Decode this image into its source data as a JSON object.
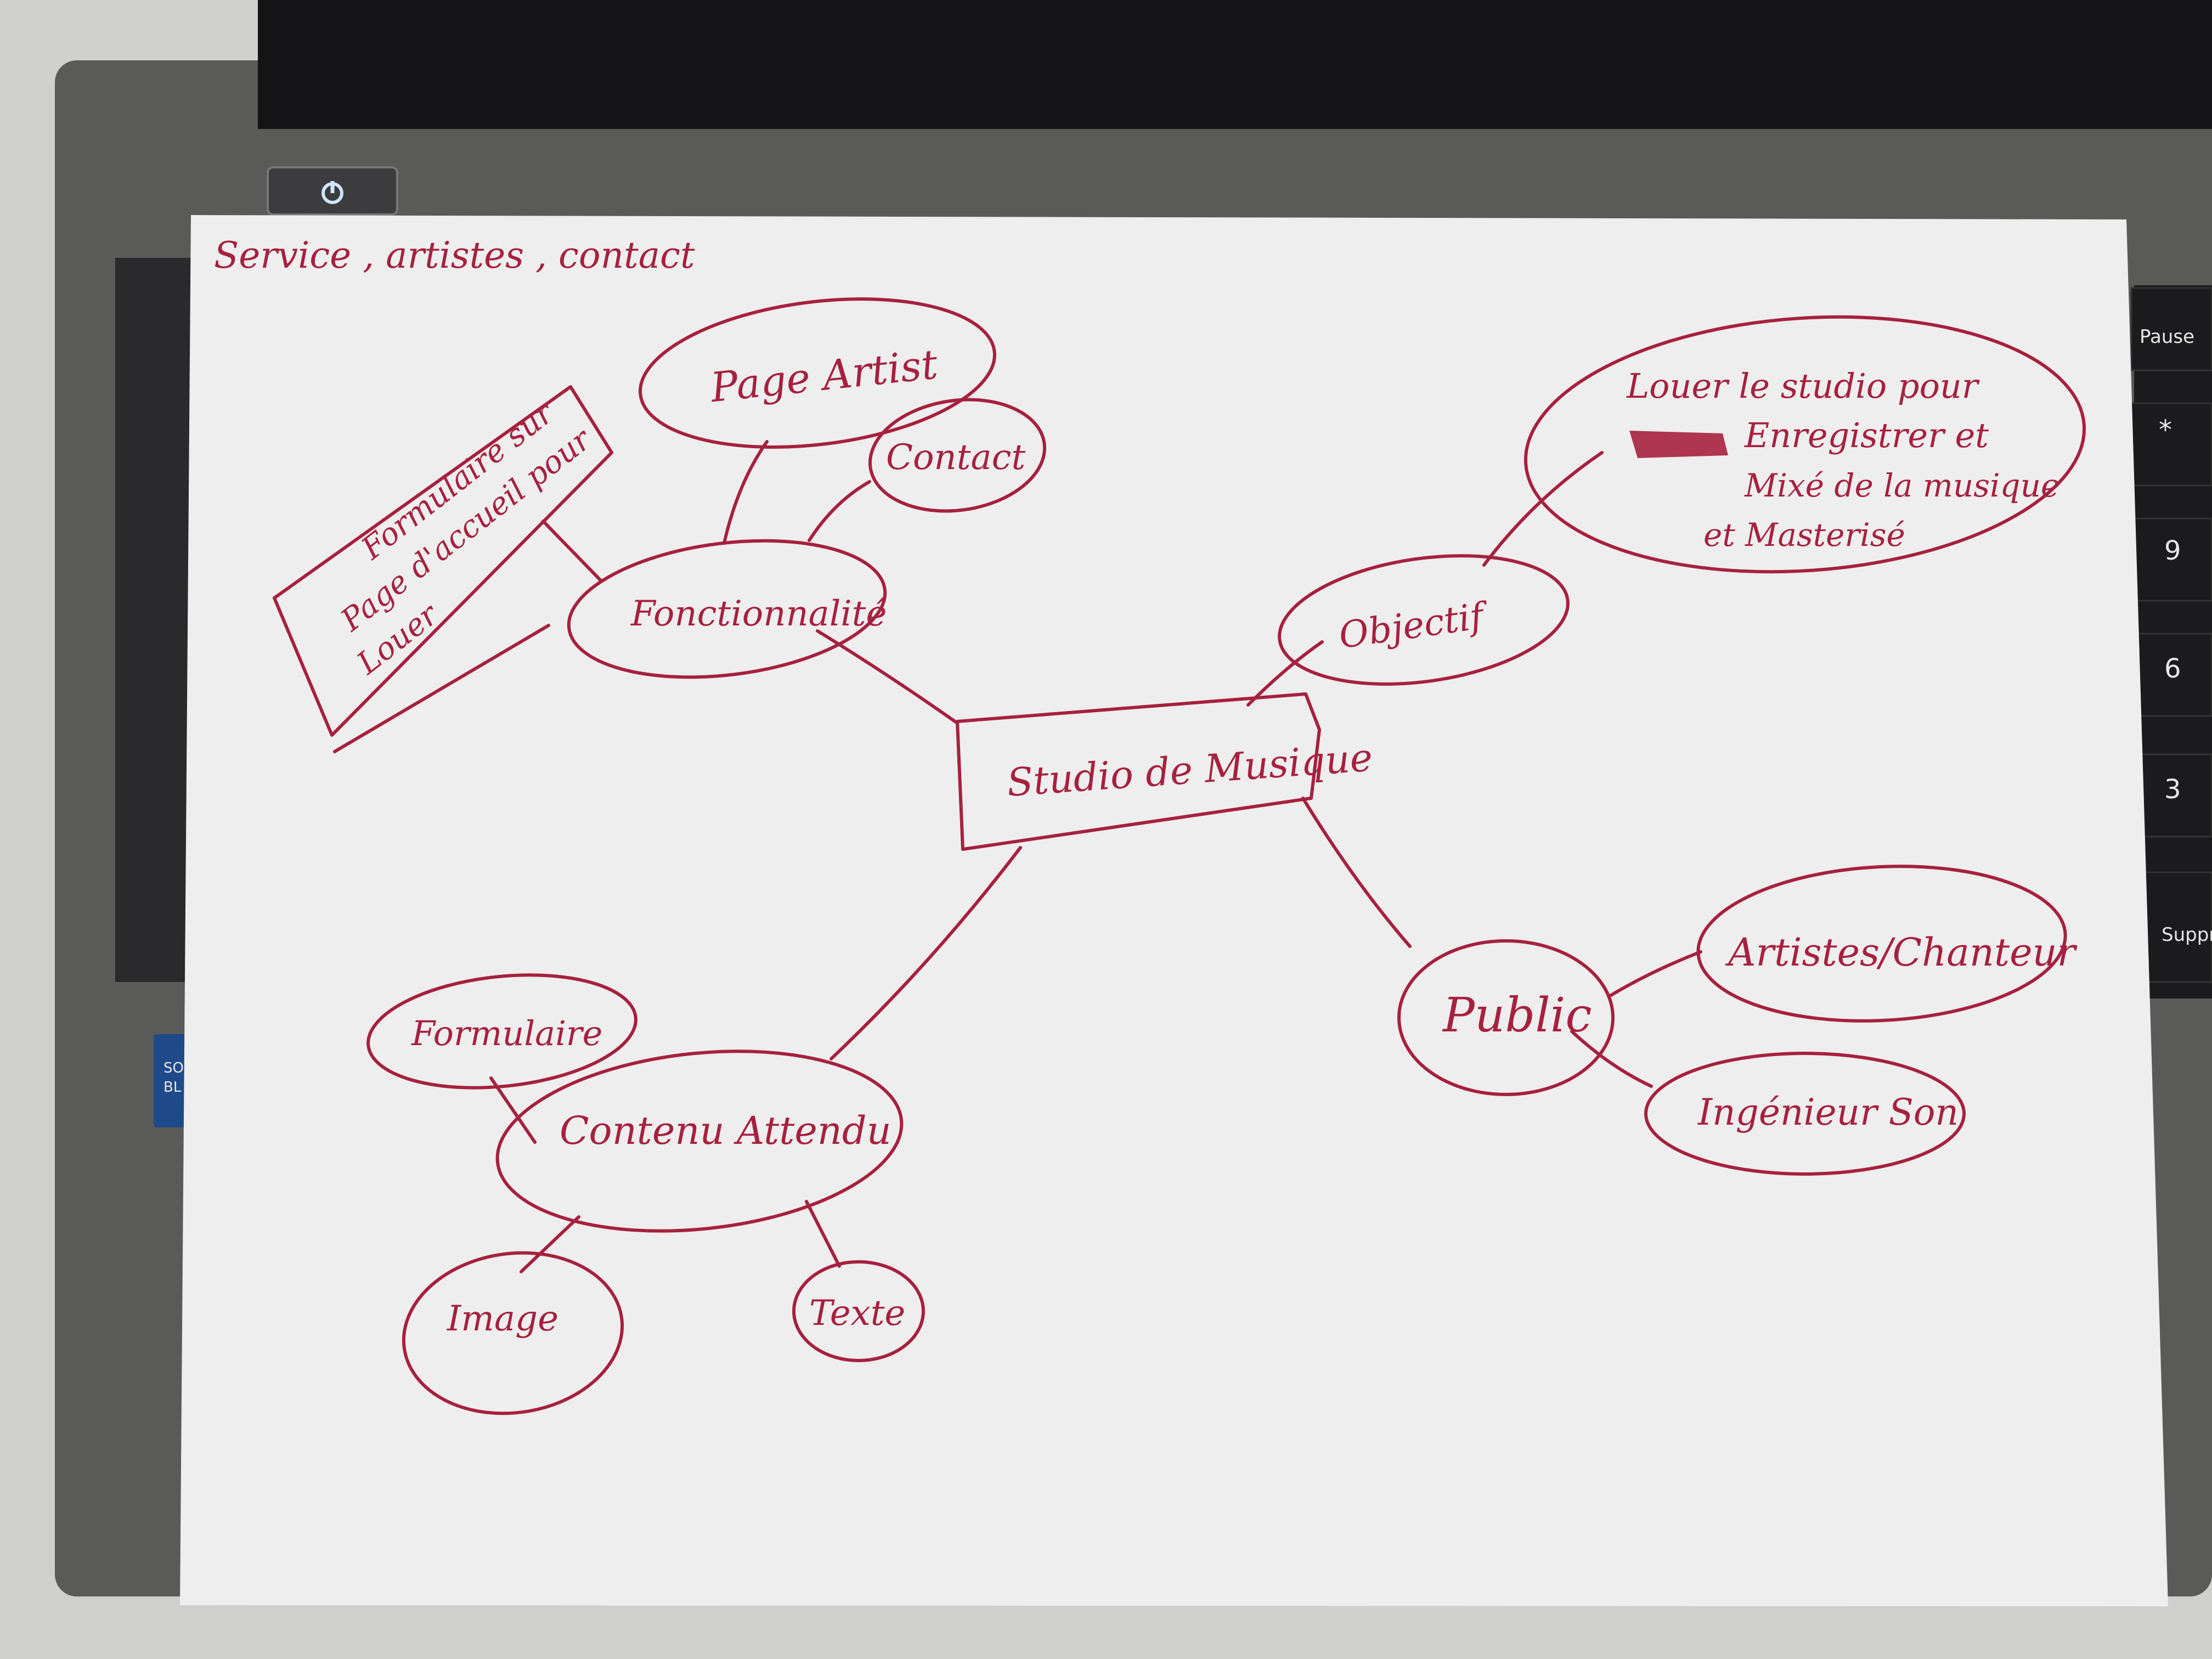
{
  "colors": {
    "ink": "#a6213f",
    "paper": "#efeeee",
    "laptop_body": "#5a5a58",
    "keyboard": "#1b1b1d"
  },
  "laptop": {
    "power_icon": "power-icon",
    "keys": [
      "Pause",
      "*",
      "9",
      "6",
      "3",
      "Suppr"
    ],
    "sticker": "SO\nBL"
  },
  "mindmap": {
    "header_note": "Service , artistes , contact",
    "center": "Studio de Musique",
    "nodes": {
      "fonctionnalite": "Fonctionnalité",
      "page_artist": "Page Artist",
      "contact": "Contact",
      "side_note": [
        "Formulaire sur",
        "Page d'accueil pour",
        "Louer"
      ],
      "objectif": "Objectif",
      "objectif_detail": [
        "Louer le studio pour",
        "Enregistrer et",
        "Mixé de la musique",
        "et Masterisé"
      ],
      "public": "Public",
      "artistes_chanteur": "Artistes/Chanteur",
      "ingenieur_son": "Ingénieur Son",
      "contenu_attendu": "Contenu Attendu",
      "formulaire": "Formulaire",
      "image": "Image",
      "texte": "Texte"
    }
  }
}
